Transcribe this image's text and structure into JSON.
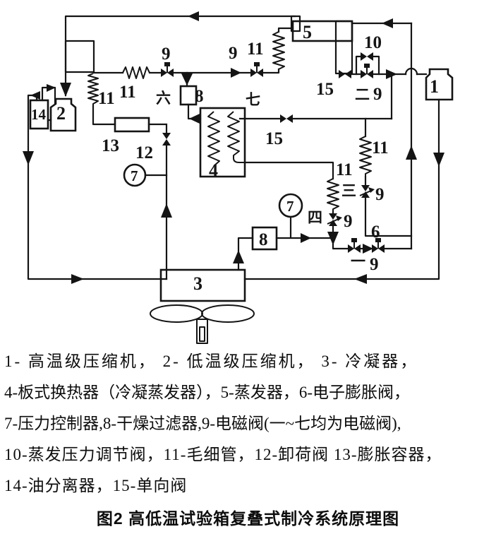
{
  "figure": {
    "labels": {
      "compressor1": "1",
      "compressor2": "2",
      "condenser3": "3",
      "hx4": "4",
      "evaporator5": "5",
      "eev6": "6",
      "pc7_left": "7",
      "pc7_right": "7",
      "filter8_top": "8",
      "filter8_bottom": "8",
      "sv9_six": "9",
      "sv9_seven": "9",
      "sv9_two": "9",
      "sv9_three": "9",
      "sv9_four": "9",
      "sv9_one": "9",
      "epr10": "10",
      "cap11_left": "11",
      "cap11_horiz": "11",
      "cap11_evap": "11",
      "cap11_mid": "11",
      "cap11_right": "11",
      "unload12": "12",
      "vessel13": "13",
      "oilsep14": "14",
      "check15_top": "15",
      "check15_mid": "15",
      "cn_one": "一",
      "cn_two": "二",
      "cn_three": "三",
      "cn_four": "四",
      "cn_six": "六",
      "cn_seven": "七"
    },
    "legend_lines": [
      "1- 高温级压缩机， 2- 低温级压缩机， 3- 冷凝器，",
      "4-板式换热器（冷凝蒸发器），5-蒸发器，6-电子膨胀阀，",
      "7-压力控制器,8-干燥过滤器,9-电磁阀(一~七均为电磁阀),",
      "10-蒸发压力调节阀，11-毛细管，12-卸荷阀 13-膨胀容器，",
      "14-油分离器，15-单向阀"
    ],
    "caption": "图2 高低温试验箱复叠式制冷系统原理图"
  }
}
